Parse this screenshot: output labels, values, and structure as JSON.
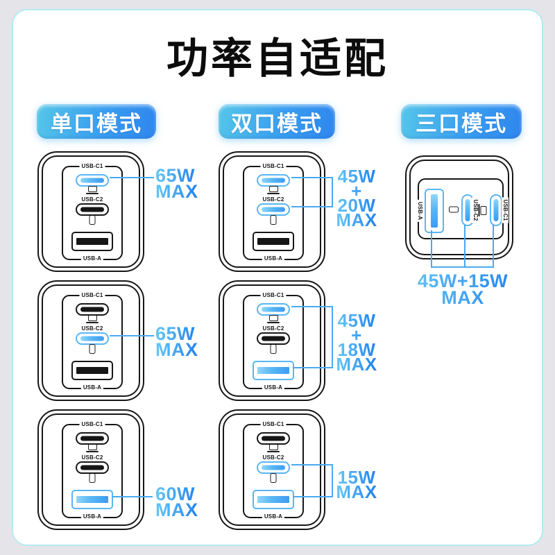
{
  "page": {
    "title": "功率自适配"
  },
  "modes": [
    {
      "label": "单口模式"
    },
    {
      "label": "双口模式"
    },
    {
      "label": "三口模式"
    }
  ],
  "port_labels": {
    "c1": "USB-C1",
    "c2": "USB-C2",
    "a": "USB-A"
  },
  "callouts": {
    "single_c1": {
      "w": "65W",
      "max": "MAX"
    },
    "single_c2": {
      "w": "65W",
      "max": "MAX"
    },
    "single_a": {
      "w": "60W",
      "max": "MAX"
    },
    "dual_c1_c2": {
      "w1": "45W",
      "plus": "+",
      "w2": "20W",
      "max": "MAX"
    },
    "dual_c1_a": {
      "w1": "45W",
      "plus": "+",
      "w2": "18W",
      "max": "MAX"
    },
    "dual_c2_a": {
      "w": "15W",
      "max": "MAX"
    },
    "triple_all": {
      "text": "45W+15W MAX"
    }
  },
  "icons": {
    "laptop": "laptop-icon",
    "phone": "phone-icon"
  },
  "colors": {
    "page_background": "#e5e5e9",
    "card_border": "#b4eaf2",
    "pill_gradient_start": "#55c6e9",
    "pill_gradient_end": "#2e86ee",
    "outline_black": "#161616",
    "active_port_blue": "#58b6f4",
    "callout_line_blue": "#49a9f0",
    "power_text_gradient_start": "#66c8f3",
    "power_text_gradient_end": "#2080f0"
  }
}
